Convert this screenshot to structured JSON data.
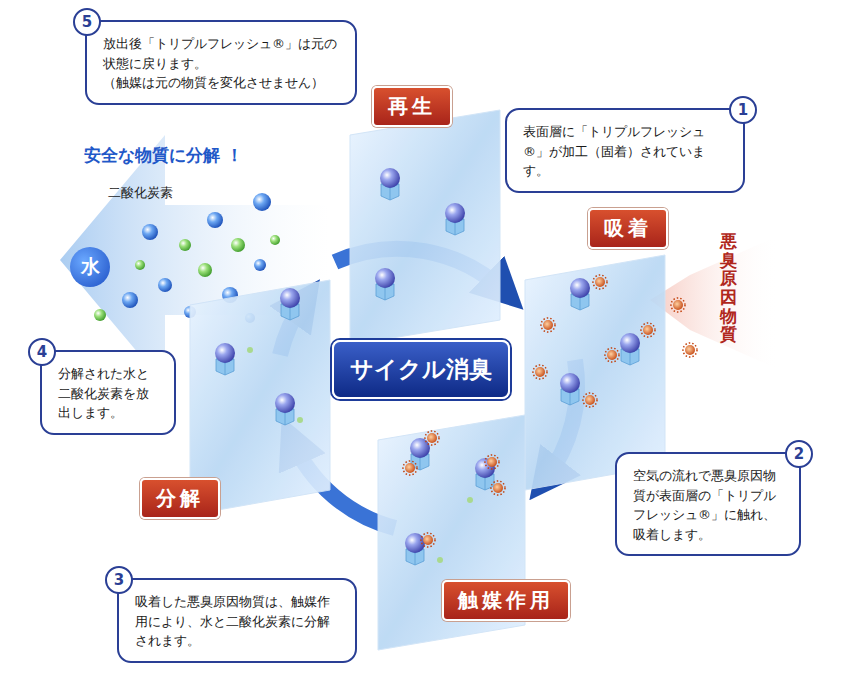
{
  "diagram": {
    "nodes": [
      {
        "text": [
          "放出後「トリプルフレッシュ®」は元の状態に戻ります。",
          "（触媒は元の物質を変化させません）"
        ]
      },
      {
        "text": [
          "5"
        ],
        "in": 0
      },
      {
        "text": [
          "再生"
        ]
      },
      {
        "text": [
          "表面層に「トリプルフレッシュ®」が加工（固着）されています。"
        ]
      },
      {
        "text": [
          "1"
        ],
        "in": 3
      },
      {
        "text": [
          "吸着"
        ]
      },
      {
        "text": [
          "サイクル消臭"
        ]
      },
      {
        "text": [
          "水"
        ]
      },
      {
        "text": [
          "分解された水と二酸化炭素を放出します。"
        ]
      },
      {
        "text": [
          "4"
        ],
        "in": 8
      },
      {
        "text": [
          "空気の流れで悪臭原因物質が表面層の「トリプルフレッシュ®」に触れ、吸着します。"
        ]
      },
      {
        "text": [
          "2"
        ],
        "in": 10
      },
      {
        "text": [
          "分解"
        ]
      },
      {
        "text": [
          "吸着した悪臭原因物質は、触媒作用により、水と二酸化炭素に分解されます。"
        ]
      },
      {
        "text": [
          "3"
        ],
        "in": 13
      },
      {
        "text": [
          "触媒作用"
        ]
      }
    ],
    "labels": [
      "安全な物質に分解 ！",
      "二酸化炭素",
      "悪臭原因物質"
    ]
  }
}
